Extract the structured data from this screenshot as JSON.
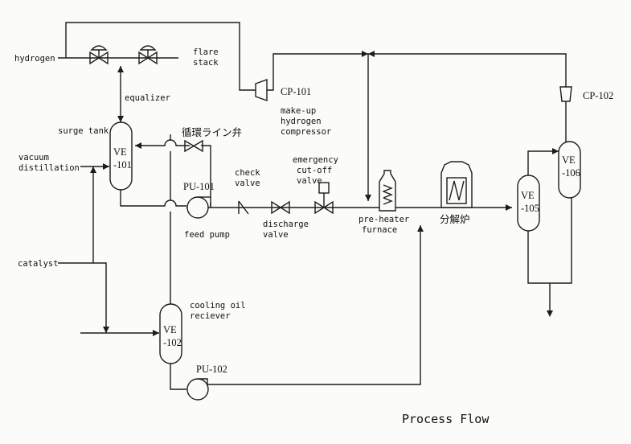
{
  "labels": {
    "hydrogen": "hydrogen",
    "flare_line1": "flare",
    "flare_line2": "stack",
    "equalizer": "equalizer",
    "surge_tank": "surge tank",
    "vacuum_line1": "vacuum",
    "vacuum_line2": "distillation",
    "catalyst": "catalyst",
    "recycle_valve": "循環ライン弁",
    "feed_pump": "feed pump",
    "check_line1": "check",
    "check_line2": "valve",
    "discharge_line1": "discharge",
    "discharge_line2": "valve",
    "emergency_line1": "emergency",
    "emergency_line2": "cut-off",
    "emergency_line3": "valve",
    "preheater_line1": "pre-heater",
    "preheater_line2": "furnace",
    "decomposition_furnace": "分解炉",
    "makeup_line1": "make-up",
    "makeup_line2": "hydrogen",
    "makeup_line3": "compressor",
    "cooling_line1": "cooling oil",
    "cooling_line2": "reciever",
    "caption": "Process Flow"
  },
  "tags": {
    "ve101_a": "VE",
    "ve101_b": "-101",
    "ve102_a": "VE",
    "ve102_b": "-102",
    "ve105_a": "VE",
    "ve105_b": "-105",
    "ve106_a": "VE",
    "ve106_b": "-106",
    "pu101": "PU-101",
    "pu102": "PU-102",
    "cp101": "CP-101",
    "cp102": "CP-102"
  }
}
